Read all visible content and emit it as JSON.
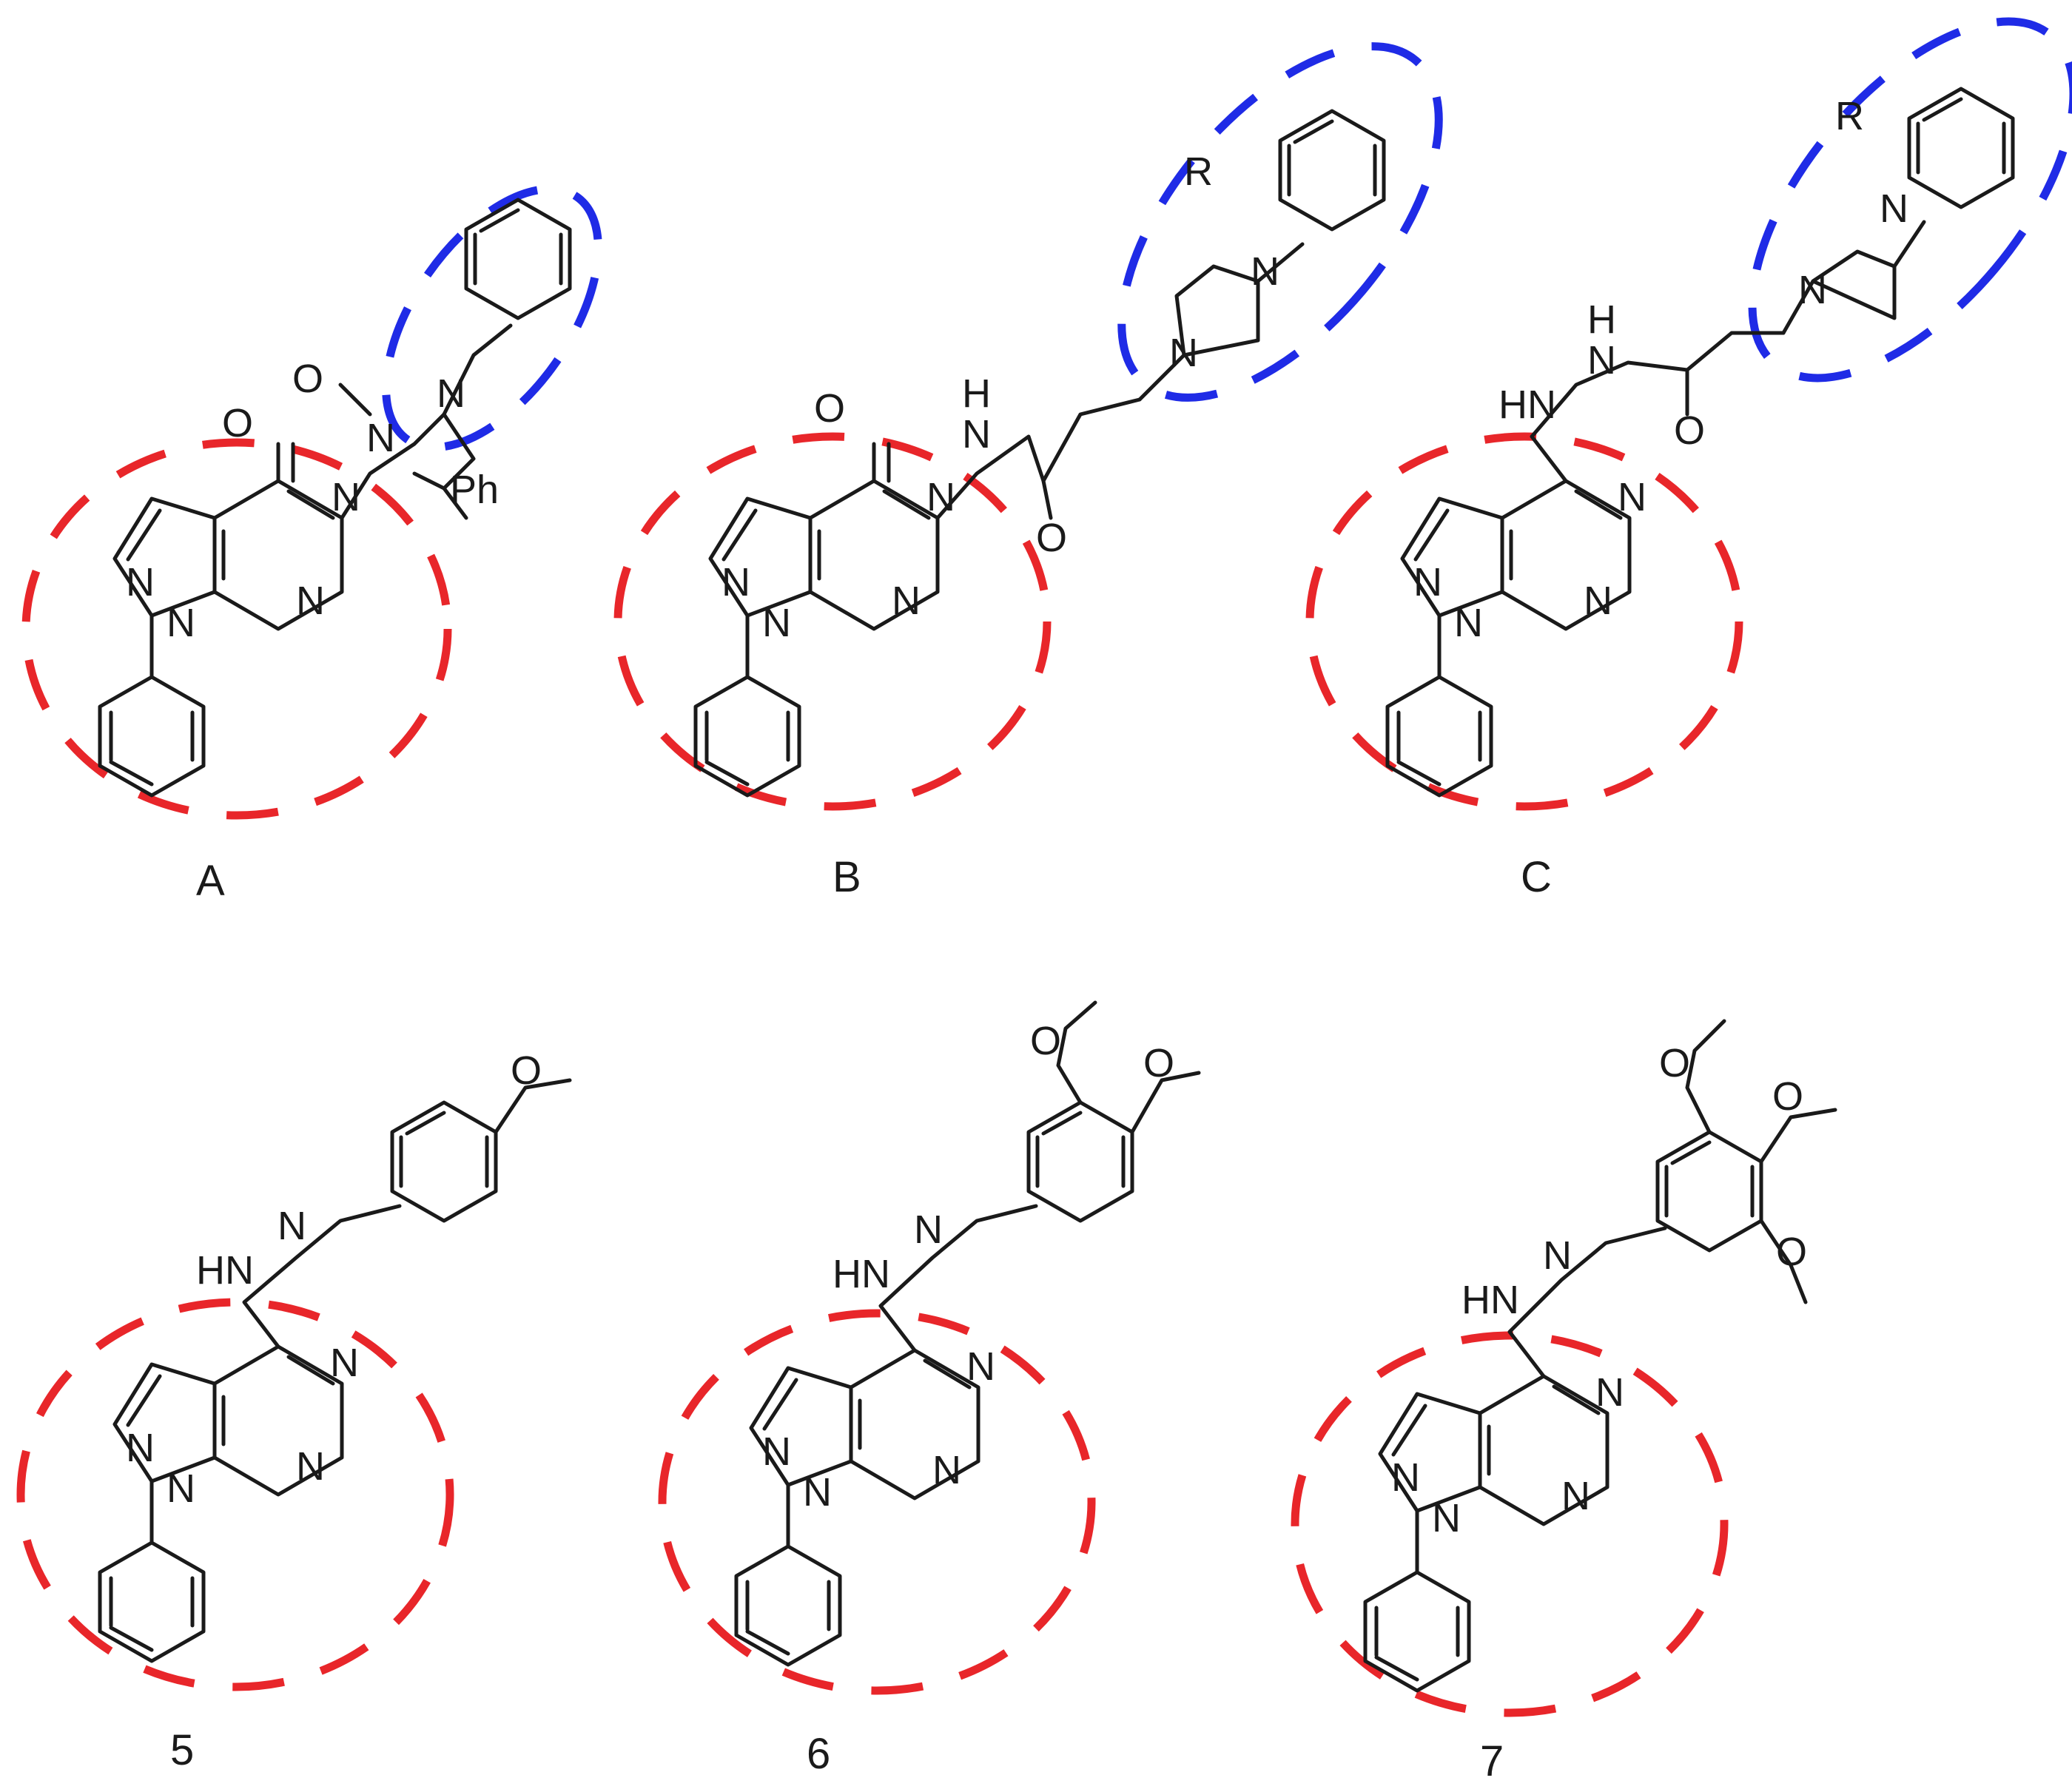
{
  "colors": {
    "core_highlight": "#e8262a",
    "aryl_highlight": "#1f2be6",
    "bond": "#1a1a1a"
  },
  "compounds": [
    {
      "id": "A",
      "caption": "A"
    },
    {
      "id": "B",
      "caption": "B"
    },
    {
      "id": "C",
      "caption": "C"
    },
    {
      "id": "5",
      "caption": "5"
    },
    {
      "id": "6",
      "caption": "6"
    },
    {
      "id": "7",
      "caption": "7"
    }
  ],
  "atoms": {
    "N": "N",
    "O": "O",
    "H": "H",
    "HN": "HN",
    "Ph": "Ph",
    "R": "R"
  }
}
